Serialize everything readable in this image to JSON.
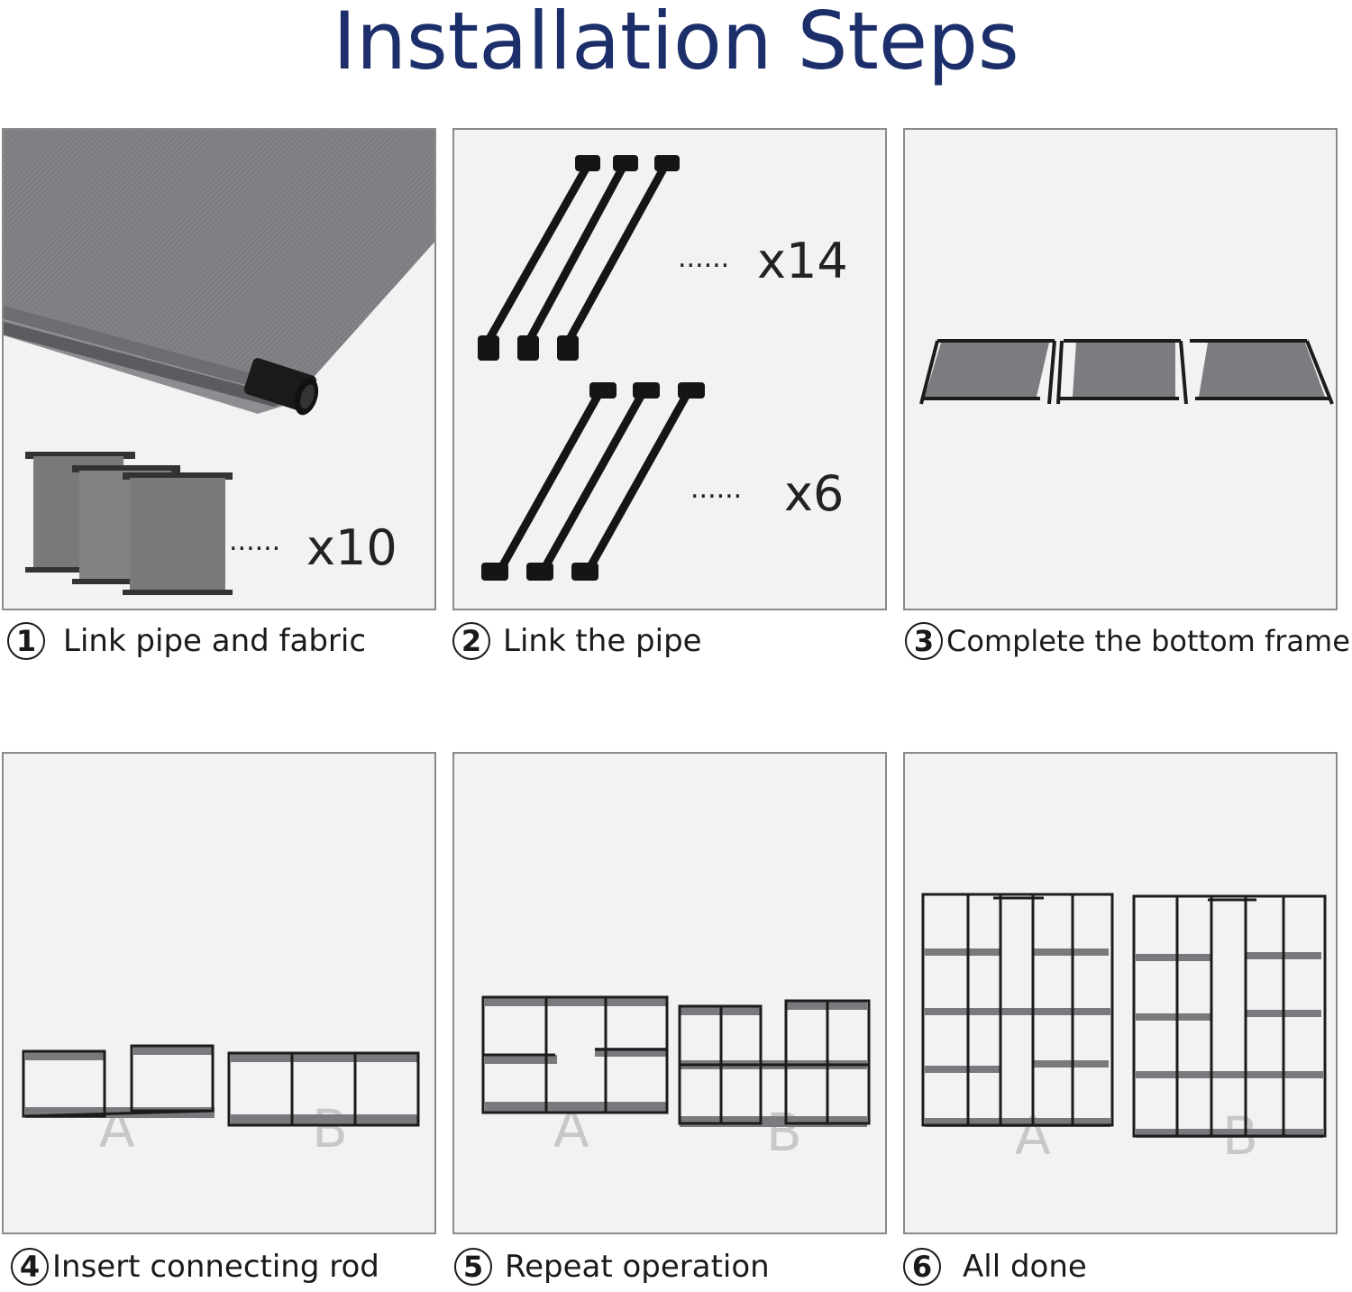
{
  "title": "Installation Steps",
  "steps": [
    {
      "number": "1",
      "label": "Link pipe and fabric",
      "quantity": "x10"
    },
    {
      "number": "2",
      "label": "Link the pipe",
      "quantity_a": "x14",
      "quantity_b": "x6"
    },
    {
      "number": "3",
      "label": "Complete the bottom frame"
    },
    {
      "number": "4",
      "label": "Insert connecting rod",
      "unit_a": "A",
      "unit_b": "B"
    },
    {
      "number": "5",
      "label": "Repeat operation",
      "unit_a": "A",
      "unit_b": "B"
    },
    {
      "number": "6",
      "label": "All done",
      "unit_a": "A",
      "unit_b": "B"
    }
  ],
  "colors": {
    "title": "#1c2f6b",
    "fabric": "#7b7b7e",
    "pipe": "#1a1a1a",
    "panel": "#f2f2f2"
  }
}
